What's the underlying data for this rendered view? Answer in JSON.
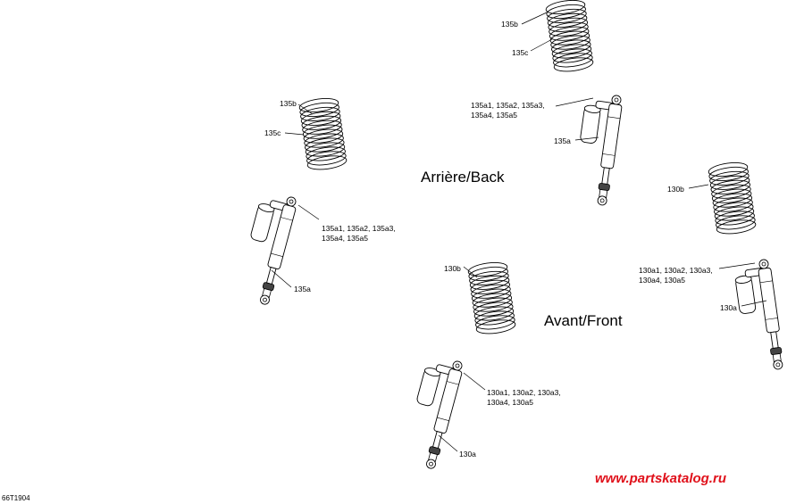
{
  "labels": {
    "back": "Arrière/Back",
    "front": "Avant/Front"
  },
  "callouts": {
    "rear_spring_top_b": "135b",
    "rear_spring_top_c": "135c",
    "rear_spring_left_b": "135b",
    "rear_spring_left_c": "135c",
    "rear_shock_right_kit_1": "135a1, 135a2, 135a3,",
    "rear_shock_right_kit_2": "135a4, 135a5",
    "rear_shock_right_a": "135a",
    "rear_shock_left_kit_1": "135a1, 135a2, 135a3,",
    "rear_shock_left_kit_2": "135a4, 135a5",
    "rear_shock_left_a": "135a",
    "front_spring_right_b": "130b",
    "front_spring_mid_b": "130b",
    "front_shock_right_kit_1": "130a1, 130a2, 130a3,",
    "front_shock_right_kit_2": "130a4, 130a5",
    "front_shock_right_a": "130a",
    "front_shock_mid_kit_1": "130a1, 130a2, 130a3,",
    "front_shock_mid_kit_2": "130a4, 130a5",
    "front_shock_mid_a": "130a"
  },
  "document_id": "66T1904",
  "watermark": "www.partskatalog.ru",
  "colors": {
    "line": "#000000",
    "watermark": "#e0101a"
  }
}
